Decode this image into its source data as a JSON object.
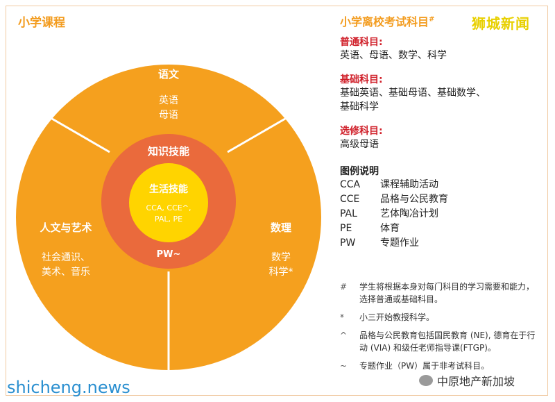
{
  "left_title": "小学课程",
  "diagram": {
    "top_segment": {
      "title": "语文",
      "items": [
        "英语",
        "母语"
      ]
    },
    "left_segment": {
      "title": "人文与艺术",
      "items": [
        "社会通识、",
        "美术、音乐"
      ]
    },
    "right_segment": {
      "title": "数理",
      "items": [
        "数学",
        "科学*"
      ]
    },
    "middle_ring": {
      "title": "知识技能",
      "bottom": "PW~"
    },
    "core": {
      "title": "生活技能",
      "items": [
        "CCA, CCE^,",
        "PAL, PE"
      ]
    },
    "colors": {
      "outer": "#f5a01e",
      "middle": "#ea6a3c",
      "core": "#ffd400",
      "divider": "#ffffff"
    }
  },
  "right_panel": {
    "title": "小学离校考试科目",
    "title_mark": "#",
    "sections": [
      {
        "heading": "普通科目:",
        "lines": [
          "英语、母语、数学、科学"
        ]
      },
      {
        "heading": "基础科目:",
        "lines": [
          "基础英语、基础母语、基础数学、",
          "基础科学"
        ]
      },
      {
        "heading": "选修科目:",
        "lines": [
          "高级母语"
        ]
      }
    ],
    "legend_heading": "图例说明",
    "legend": [
      {
        "abbr": "CCA",
        "desc": "课程辅助活动"
      },
      {
        "abbr": "CCE",
        "desc": "品格与公民教育"
      },
      {
        "abbr": "PAL",
        "desc": "艺体陶冶计划"
      },
      {
        "abbr": "PE",
        "desc": "体育"
      },
      {
        "abbr": "PW",
        "desc": "专题作业"
      }
    ],
    "notes": [
      {
        "symbol": "#",
        "text": "学生将根据本身对每门科目的学习需要和能力，选择普通或基础科目。"
      },
      {
        "symbol": "*",
        "text": "小三开始教授科学。"
      },
      {
        "symbol": "^",
        "text": "品格与公民教育包括国民教育 (NE), 德育在于行动 (VIA) 和级任老师指导课(FTGP)。"
      },
      {
        "symbol": "~",
        "text": "专题作业（PW）属于非考试科目。"
      }
    ]
  },
  "watermarks": {
    "top_right": "狮城新闻",
    "bottom_left": "shicheng.news",
    "bottom_right": "中原地产新加坡"
  }
}
